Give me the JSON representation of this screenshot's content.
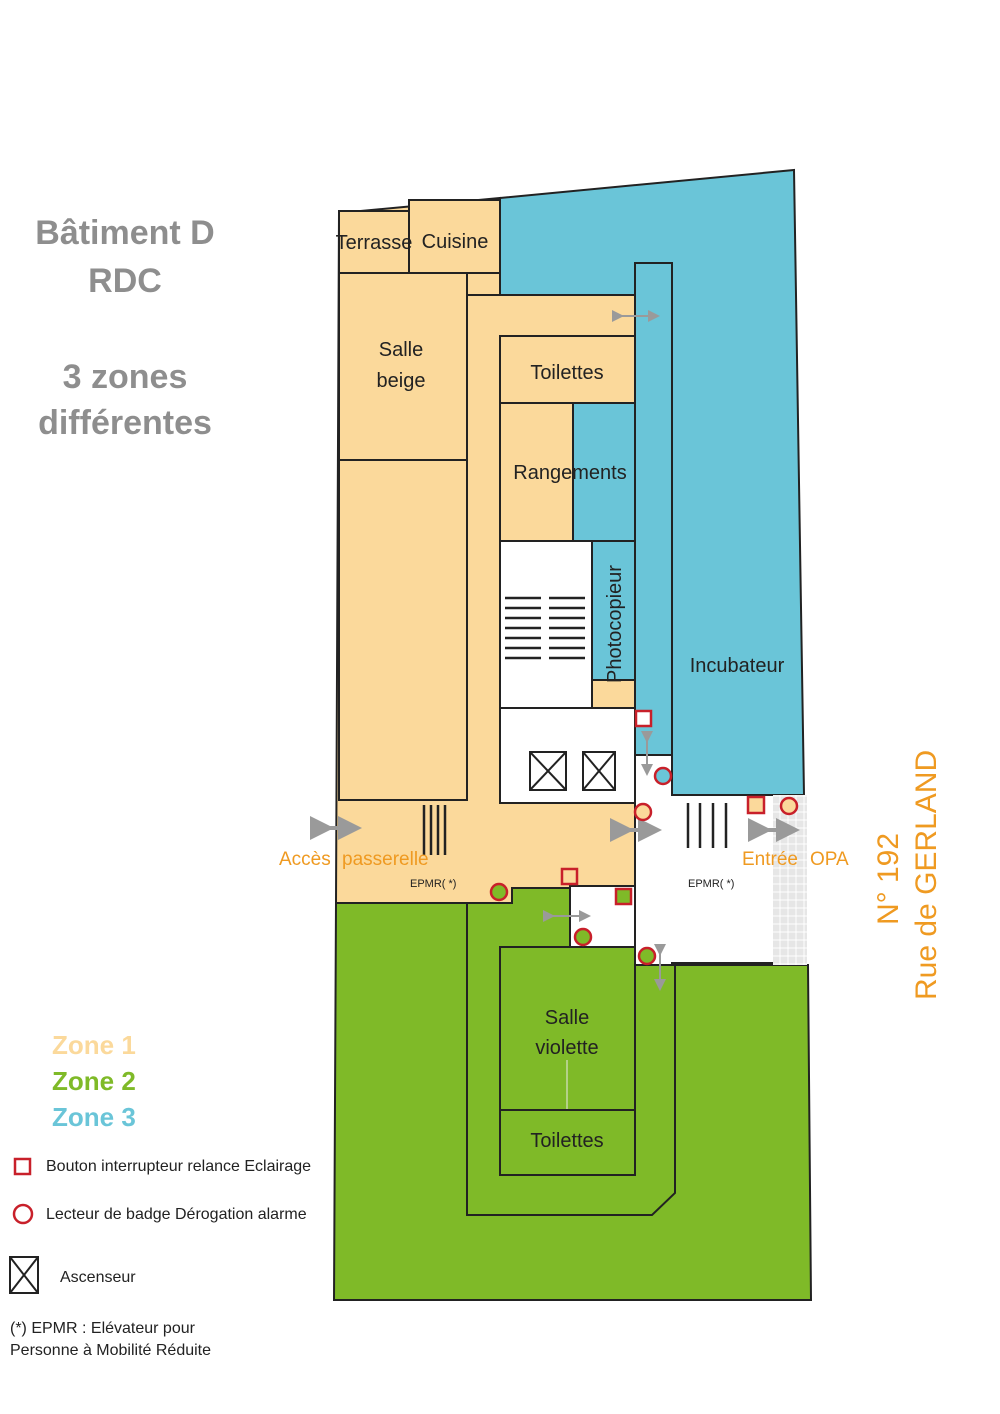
{
  "header": {
    "building": "Bâtiment D",
    "floor": "RDC",
    "zones_line1": "3 zones",
    "zones_line2": "différentes"
  },
  "rooms": {
    "terrasse": "Terrasse",
    "cuisine": "Cuisine",
    "salle_beige_1": "Salle",
    "salle_beige_2": "beige",
    "toilettes_top": "Toilettes",
    "rangements": "Rangements",
    "photocopieur": "Photocopieur",
    "incubateur": "Incubateur",
    "salle_violette_1": "Salle",
    "salle_violette_2": "violette",
    "toilettes_bottom": "Toilettes"
  },
  "labels": {
    "acces": "Accès",
    "passerelle": "passerelle",
    "entree": "Entrée",
    "opa": "OPA",
    "epmr_left": "EPMR( *)",
    "epmr_right": "EPMR( *)"
  },
  "street": {
    "number": "N° 192",
    "name": "Rue de GERLAND"
  },
  "zones": [
    {
      "label": "Zone 1",
      "color": "#fbd99b"
    },
    {
      "label": "Zone 2",
      "color": "#7fba28"
    },
    {
      "label": "Zone 3",
      "color": "#6ac5d8"
    }
  ],
  "legend": {
    "button": "Bouton interrupteur relance Eclairage",
    "badge": "Lecteur de badge Dérogation alarme",
    "elevator": "Ascenseur"
  },
  "footnote": {
    "line1": "(*) EPMR : Elévateur pour",
    "line2": "Personne à Mobilité Réduite"
  },
  "colors": {
    "zone1": "#fbd99b",
    "zone2": "#7fba28",
    "zone3": "#6ac5d8",
    "accent_orange": "#ef9a21",
    "marker_red": "#c8202a",
    "arrow_gray": "#9a9a9a"
  }
}
